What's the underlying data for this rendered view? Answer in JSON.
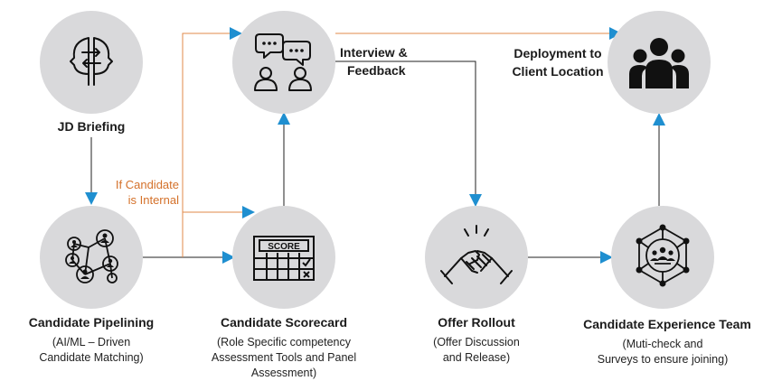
{
  "colors": {
    "node_fill": "#d9d9db",
    "icon_stroke": "#111111",
    "arrow_dark": "#222222",
    "arrow_orange": "#e08a4a",
    "arrowhead_blue": "#1f8fd0",
    "note_text": "#d4712a"
  },
  "nodes": {
    "jd_briefing": {
      "icon": "head-to-head-exchange-icon",
      "title": "JD Briefing"
    },
    "interview": {
      "icon": "chat-people-icon",
      "title_line1": "Interview &",
      "title_line2": "Feedback"
    },
    "deployment": {
      "icon": "team-group-icon",
      "title_line1": "Deployment to",
      "title_line2": "Client Location"
    },
    "pipelining": {
      "icon": "network-people-icon",
      "title": "Candidate Pipelining",
      "sub_line1": "(AI/ML – Driven",
      "sub_line2": "Candidate Matching)"
    },
    "scorecard": {
      "icon": "score-card-icon",
      "title": "Candidate Scorecard",
      "badge": "SCORE",
      "sub_line1": "(Role Specific competency",
      "sub_line2": "Assessment Tools and Panel",
      "sub_line3": "Assessment)"
    },
    "offer": {
      "icon": "handshake-icon",
      "title": "Offer Rollout",
      "sub_line1": "(Offer Discussion",
      "sub_line2": "and Release)"
    },
    "experience": {
      "icon": "hub-people-icon",
      "title": "Candidate Experience Team",
      "sub_line1": "(Muti-check and",
      "sub_line2": "Surveys to ensure joining)"
    }
  },
  "internal_note": {
    "line1": "If Candidate",
    "line2": "is Internal"
  }
}
